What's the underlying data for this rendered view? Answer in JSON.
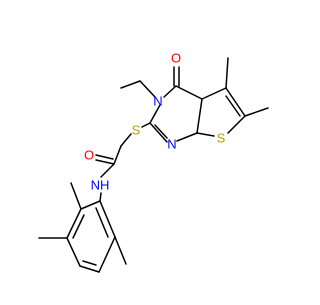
{
  "molecule": {
    "atoms": {
      "o_carbonyl_ring": "O",
      "n_ring_upper": "N",
      "n_ring_lower": "N",
      "s_thioether": "S",
      "s_thiophene": "S",
      "o_amide": "O",
      "n_amide": "NH"
    }
  },
  "colors": {
    "bond": "#000000",
    "oxygen": "#ff0000",
    "nitrogen": "#0000ff",
    "sulfur": "#b8a000",
    "background": "#ffffff"
  }
}
